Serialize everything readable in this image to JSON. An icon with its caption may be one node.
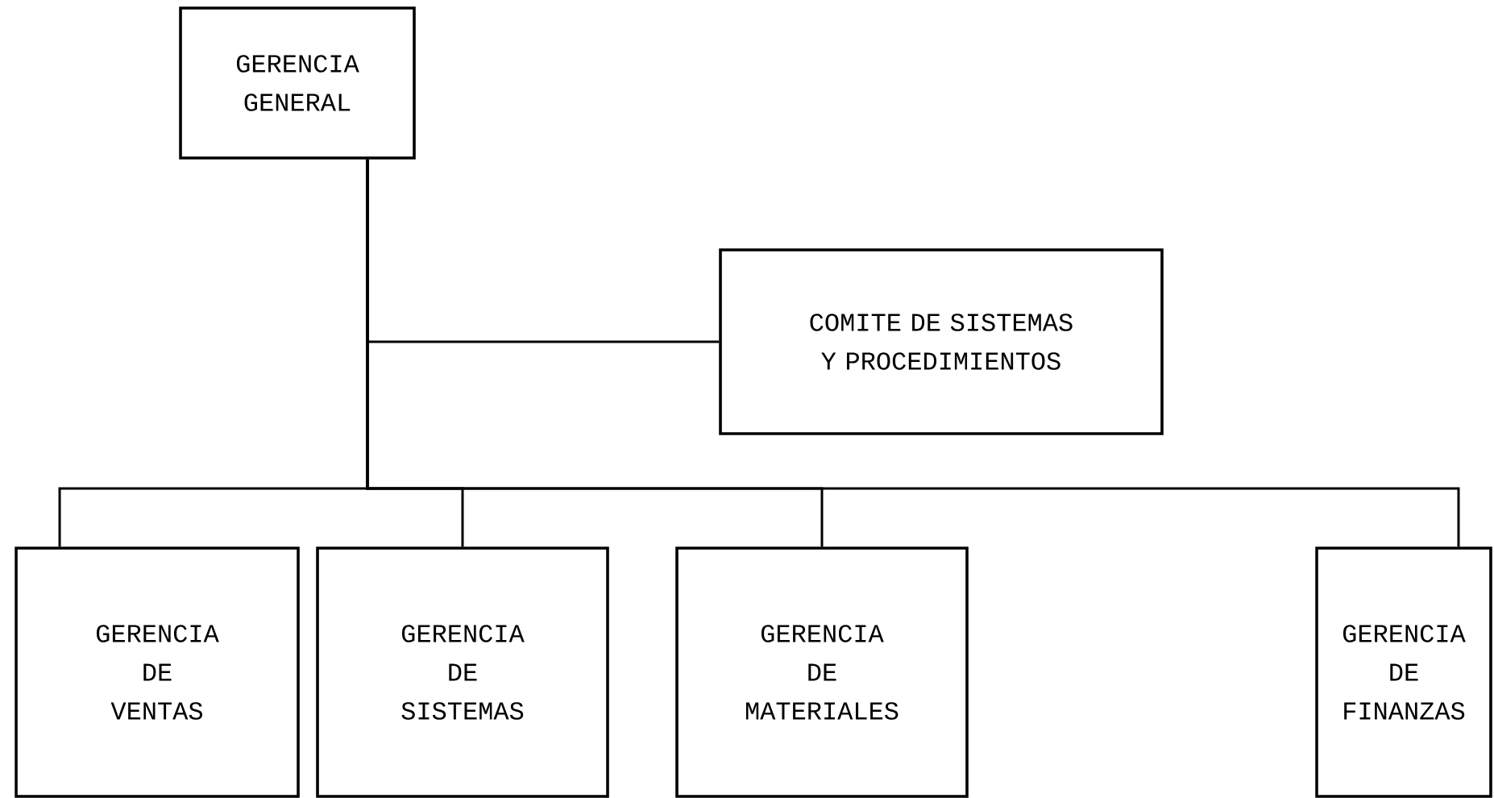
{
  "diagram": {
    "nodes": [
      {
        "text": [
          "GERENCIA GENERAL"
        ]
      },
      {
        "text": [
          "COMITE DE SISTEMAS Y PROCEDIMIENTOS"
        ]
      },
      {
        "text": [
          "GERENCIA DE VENTAS"
        ]
      },
      {
        "text": [
          "GERENCIA DE SISTEMAS"
        ]
      },
      {
        "text": [
          "GERENCIA DE MATERIALES"
        ]
      },
      {
        "text": [
          "GERENCIA DE FINANZAS"
        ]
      }
    ],
    "edges": [
      {
        "from": 0,
        "to": 1,
        "arrow": "none"
      },
      {
        "from": 0,
        "to": 2,
        "arrow": "none"
      },
      {
        "from": 0,
        "to": 3,
        "arrow": "none"
      },
      {
        "from": 0,
        "to": 4,
        "arrow": "none"
      },
      {
        "from": 0,
        "to": 5,
        "arrow": "none"
      }
    ]
  }
}
